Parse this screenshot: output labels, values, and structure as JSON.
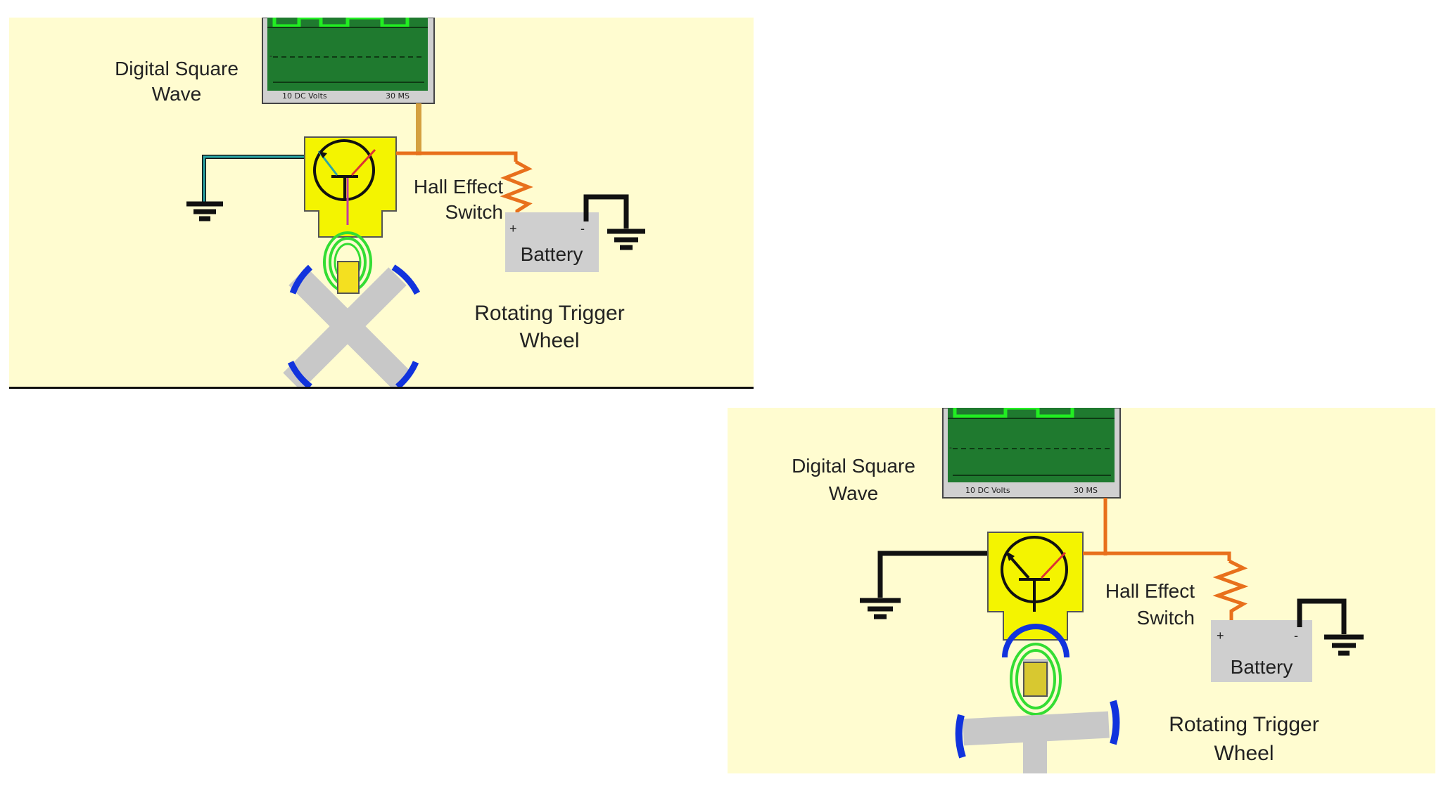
{
  "colors": {
    "background": "#fffcd0",
    "scope_screen": "#1f7a2f",
    "scope_trace": "#22ee22",
    "sensor_body": "#f4f400",
    "wire_signal": "#d4a040",
    "wire_supply": "#e8701c",
    "wire_ground": "#111111",
    "wire_emitter_a": "#2aa6a6",
    "battery_fill": "#cfcfcf",
    "trigger_wheel": "#c8c8c8",
    "wheel_tips": "#1133dd",
    "magnetic_field": "#33dd33"
  },
  "icons": [
    "ground-symbol-icon",
    "resistor-icon",
    "transistor-icon",
    "battery-icon"
  ],
  "panels": [
    {
      "scope": {
        "volts_label": "10 DC Volts",
        "time_label": "30 MS",
        "minus_label": "-"
      },
      "square_wave_label_1": "Digital Square",
      "square_wave_label_2": "Wave",
      "hall_label_1": "Hall Effect",
      "hall_label_2": "Switch",
      "battery": {
        "label": "Battery",
        "plus": "+",
        "minus": "-"
      },
      "wheel_label_1": "Rotating Trigger",
      "wheel_label_2": "Wheel"
    },
    {
      "scope": {
        "volts_label": "10 DC Volts",
        "time_label": "30 MS",
        "minus_label": "-"
      },
      "square_wave_label_1": "Digital Square",
      "square_wave_label_2": "Wave",
      "hall_label_1": "Hall Effect",
      "hall_label_2": "Switch",
      "battery": {
        "label": "Battery",
        "plus": "+",
        "minus": "-"
      },
      "wheel_label_1": "Rotating Trigger",
      "wheel_label_2": "Wheel"
    }
  ]
}
